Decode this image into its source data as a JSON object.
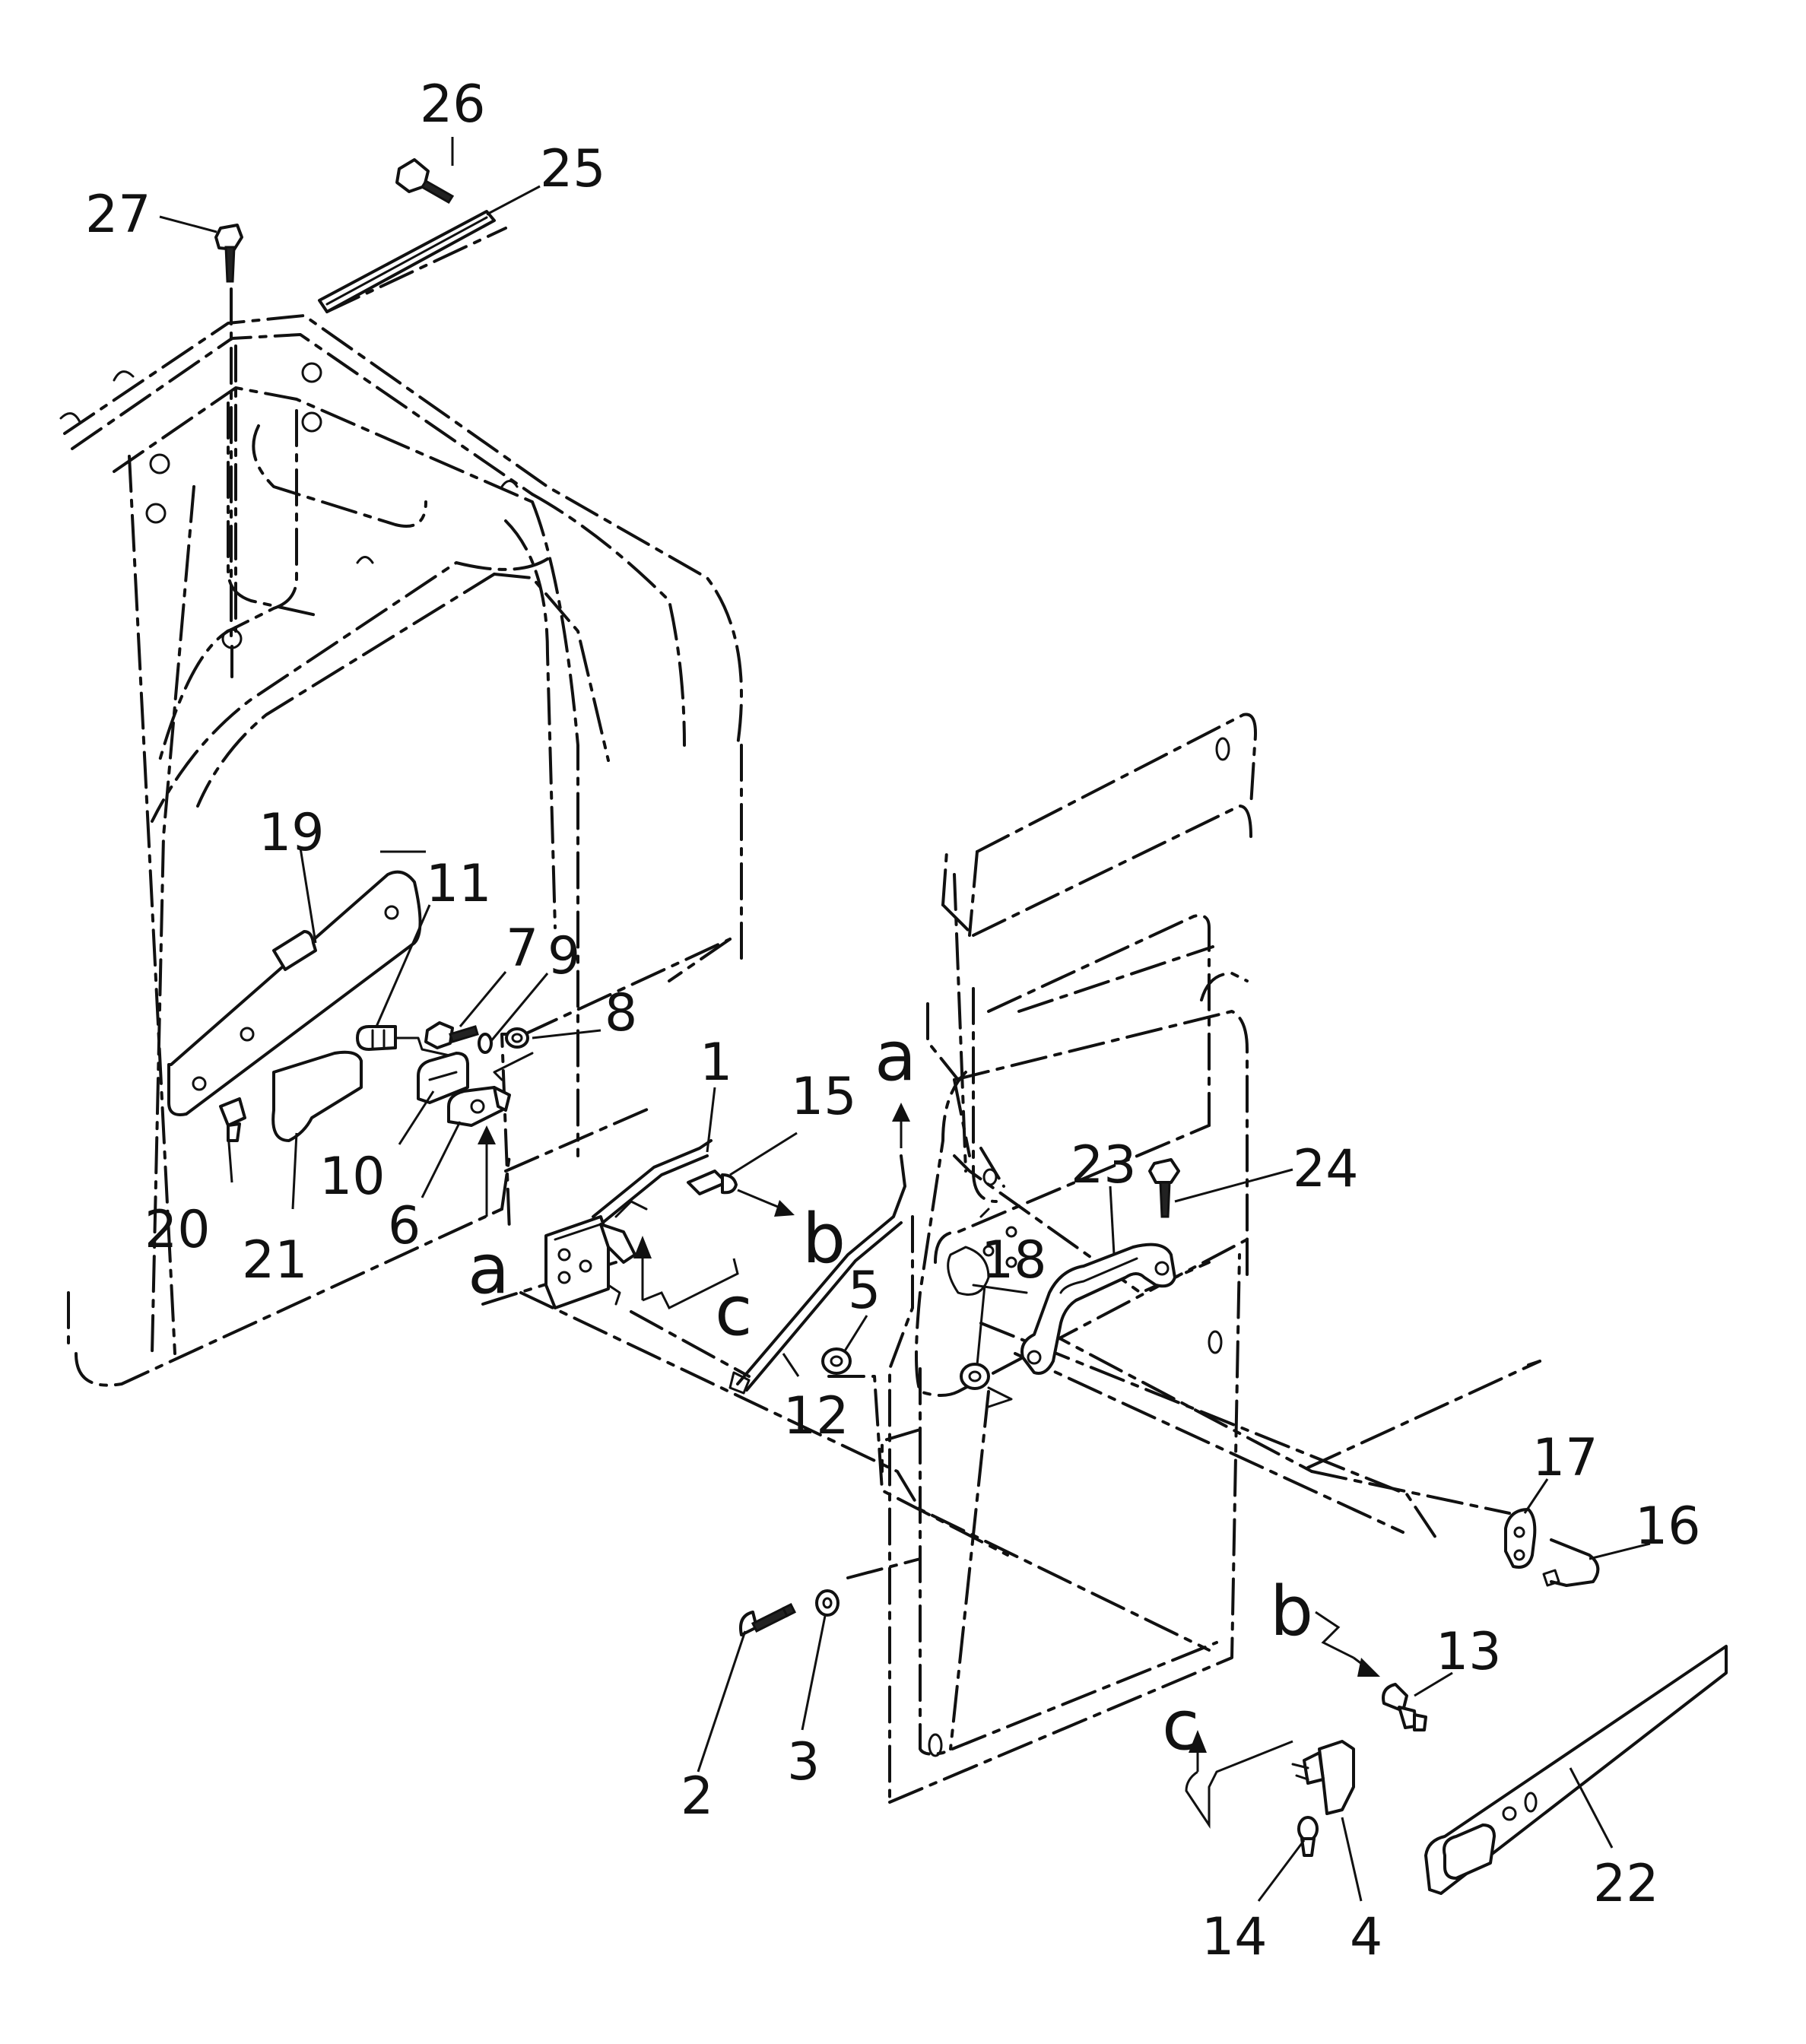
{
  "callouts": {
    "n1": "1",
    "n2": "2",
    "n3": "3",
    "n4": "4",
    "n5": "5",
    "n6": "6",
    "n7": "7",
    "n8": "8",
    "n9": "9",
    "n10": "10",
    "n11": "11",
    "n12": "12",
    "n13": "13",
    "n14": "14",
    "n15": "15",
    "n16": "16",
    "n17": "17",
    "n18": "18",
    "n19": "19",
    "n20": "20",
    "n21": "21",
    "n22": "22",
    "n23": "23",
    "n24": "24",
    "n25": "25",
    "n26": "26",
    "n27": "27"
  },
  "references": {
    "a_top": "a",
    "a_bottom": "a",
    "b_top": "b",
    "b_bottom": "b",
    "c_top": "c",
    "c_bottom": "c"
  }
}
